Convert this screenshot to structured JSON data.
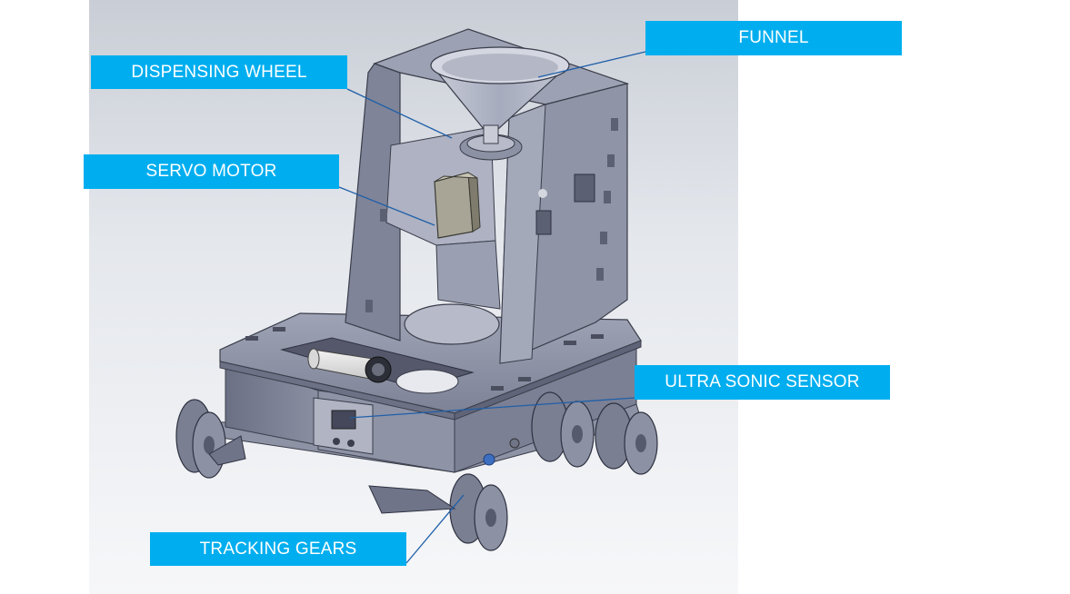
{
  "labels": {
    "funnel": "FUNNEL",
    "dispensing_wheel": "DISPENSING WHEEL",
    "servo_motor": "SERVO MOTOR",
    "ultra_sonic_sensor": "ULTRA SONIC SENSOR",
    "tracking_gears": "TRACKING GEARS"
  },
  "colors": {
    "label_bg": "#00aeef",
    "label_text": "#ffffff",
    "leader_line": "#1f5fa8"
  }
}
